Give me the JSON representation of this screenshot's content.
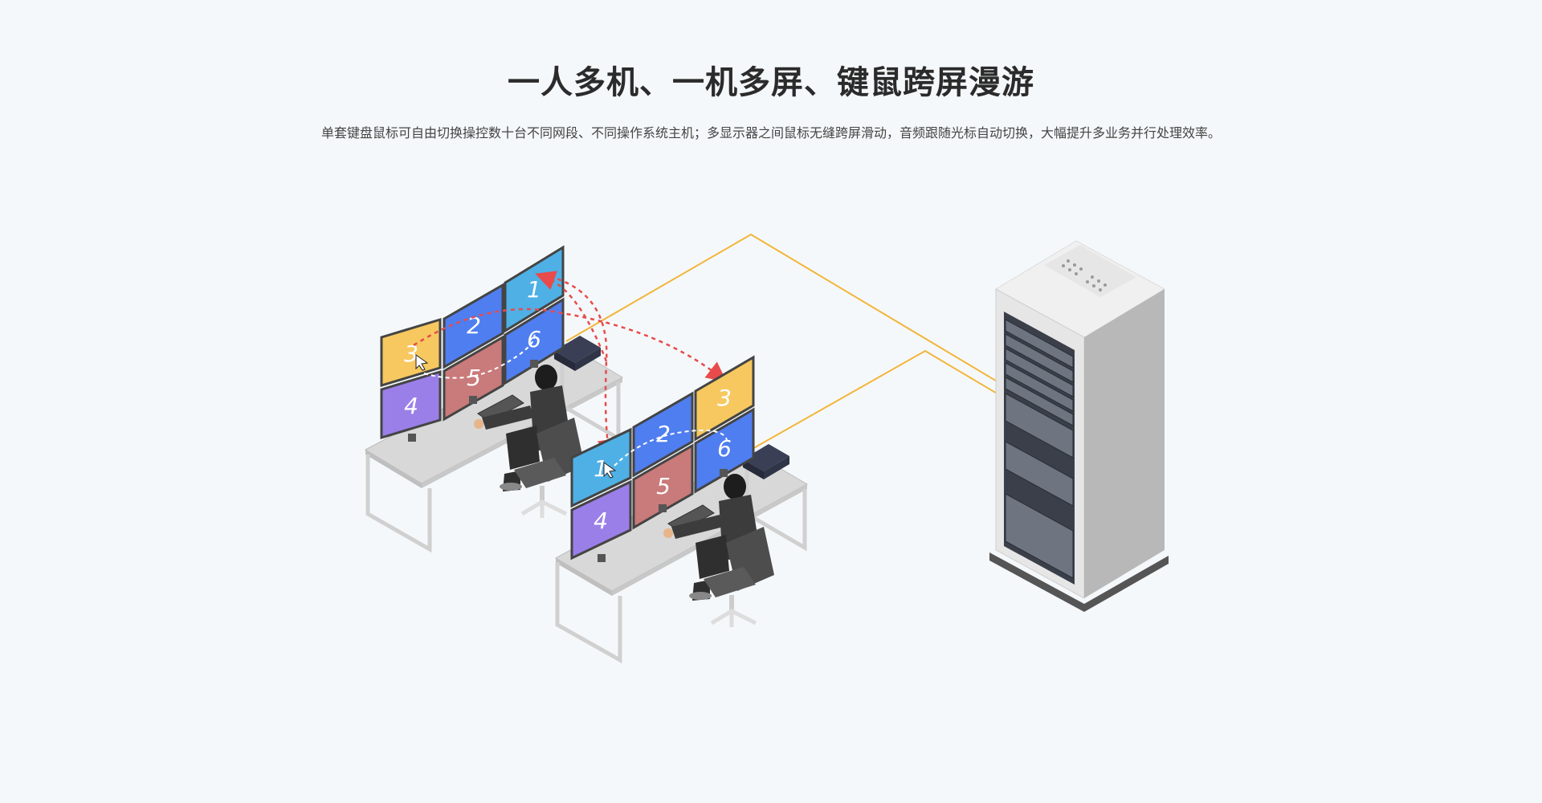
{
  "hero": {
    "title": "一人多机、一机多屏、键鼠跨屏漫游",
    "description": "单套键盘鼠标可自由切换操控数十台不同网段、不同操作系统主机；多显示器之间鼠标无缝跨屏滑动，音频跟随光标自动切换，大幅提升多业务并行处理效率。"
  },
  "workstation_a": {
    "screens": [
      "1",
      "2",
      "3",
      "4",
      "5",
      "6"
    ]
  },
  "workstation_b": {
    "screens": [
      "1",
      "2",
      "3",
      "4",
      "5",
      "6"
    ]
  },
  "colors": {
    "background": "#f5f8fa",
    "screen_blue_light": "#4fb0e6",
    "screen_blue": "#4f7ef0",
    "screen_yellow": "#f6c85f",
    "screen_purple": "#9b7fe8",
    "screen_red": "#c97a7a",
    "cable": "#f2b53a",
    "arrow": "#e84b4b"
  }
}
